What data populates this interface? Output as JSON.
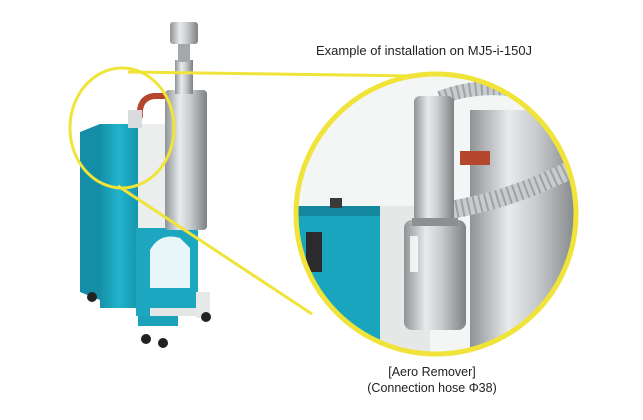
{
  "caption_top": "Example of installation on MJ5-i-150J",
  "caption_bottom_line1": "[Aero Remover]",
  "caption_bottom_line2": "(Connection hose Φ38)",
  "colors": {
    "highlight_yellow": "#f0e43a",
    "cabinet_teal": "#1aa9c4",
    "panel_white": "#eef0f0",
    "steel": "#b9bcbf",
    "hose_red": "#b5472e"
  }
}
